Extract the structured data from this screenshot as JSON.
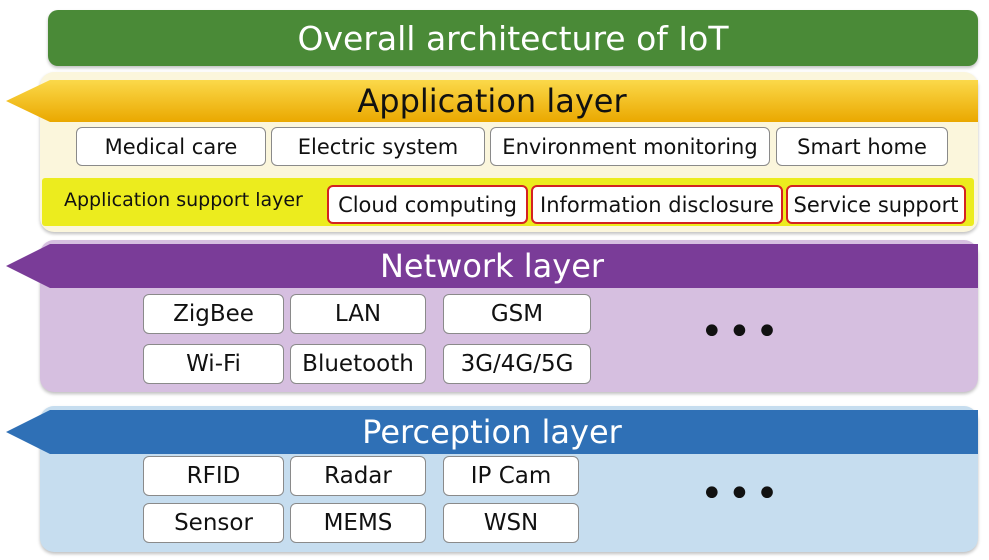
{
  "title": "Overall architecture of IoT",
  "application_layer": {
    "label": "Application layer",
    "apps": [
      "Medical care",
      "Electric system",
      "Environment monitoring",
      "Smart home"
    ],
    "support": {
      "label": "Application support layer",
      "items": [
        "Cloud computing",
        "Information disclosure",
        "Service support"
      ]
    }
  },
  "network_layer": {
    "label": "Network layer",
    "items": [
      "ZigBee",
      "LAN",
      "GSM",
      "Wi-Fi",
      "Bluetooth",
      "3G/4G/5G"
    ],
    "more": "•••"
  },
  "perception_layer": {
    "label": "Perception layer",
    "items": [
      "RFID",
      "Radar",
      "IP Cam",
      "Sensor",
      "MEMS",
      "WSN"
    ],
    "more": "•••"
  },
  "colors": {
    "title_green": "#4a8a37",
    "application_yellow": "#f2c010",
    "support_yellow": "#ecec1e",
    "network_purple": "#7a3c98",
    "network_panel": "#d6bfe0",
    "perception_blue": "#2f70b6",
    "perception_panel": "#c6ddef",
    "red_border": "#d42222"
  }
}
